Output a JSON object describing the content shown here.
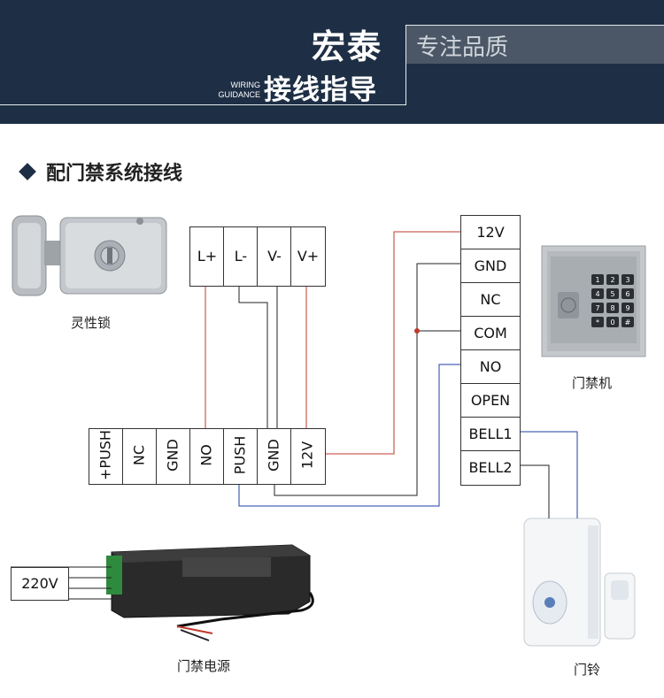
{
  "header": {
    "brand": "宏泰",
    "slogan": "专注品质",
    "wiring_line1": "WIRING",
    "wiring_line2": "GUIDANCE",
    "guide_title": "接线指导"
  },
  "section_title": "配门禁系统接线",
  "lock": {
    "caption": "灵性锁",
    "terminals": [
      "L+",
      "L-",
      "V-",
      "V+"
    ]
  },
  "power_terminals": [
    "+PUSH",
    "NC",
    "GND",
    "NO",
    "PUSH",
    "GND",
    "12V"
  ],
  "access_terminals": [
    "12V",
    "GND",
    "NC",
    "COM",
    "NO",
    "OPEN",
    "BELL1",
    "BELL2"
  ],
  "access_caption": "门禁机",
  "keypad": {
    "keys": [
      "1",
      "2",
      "3",
      "4",
      "5",
      "6",
      "7",
      "8",
      "9",
      "*",
      "0",
      "#"
    ]
  },
  "mains_label": "220V",
  "power_caption": "门禁电源",
  "bell_caption": "门铃",
  "colors": {
    "header_bg": "#1e2f45",
    "slogan_bg": "#4b5766",
    "wire_red": "#c0392b",
    "wire_blue": "#1f3fa8",
    "wire_black": "#222222"
  }
}
